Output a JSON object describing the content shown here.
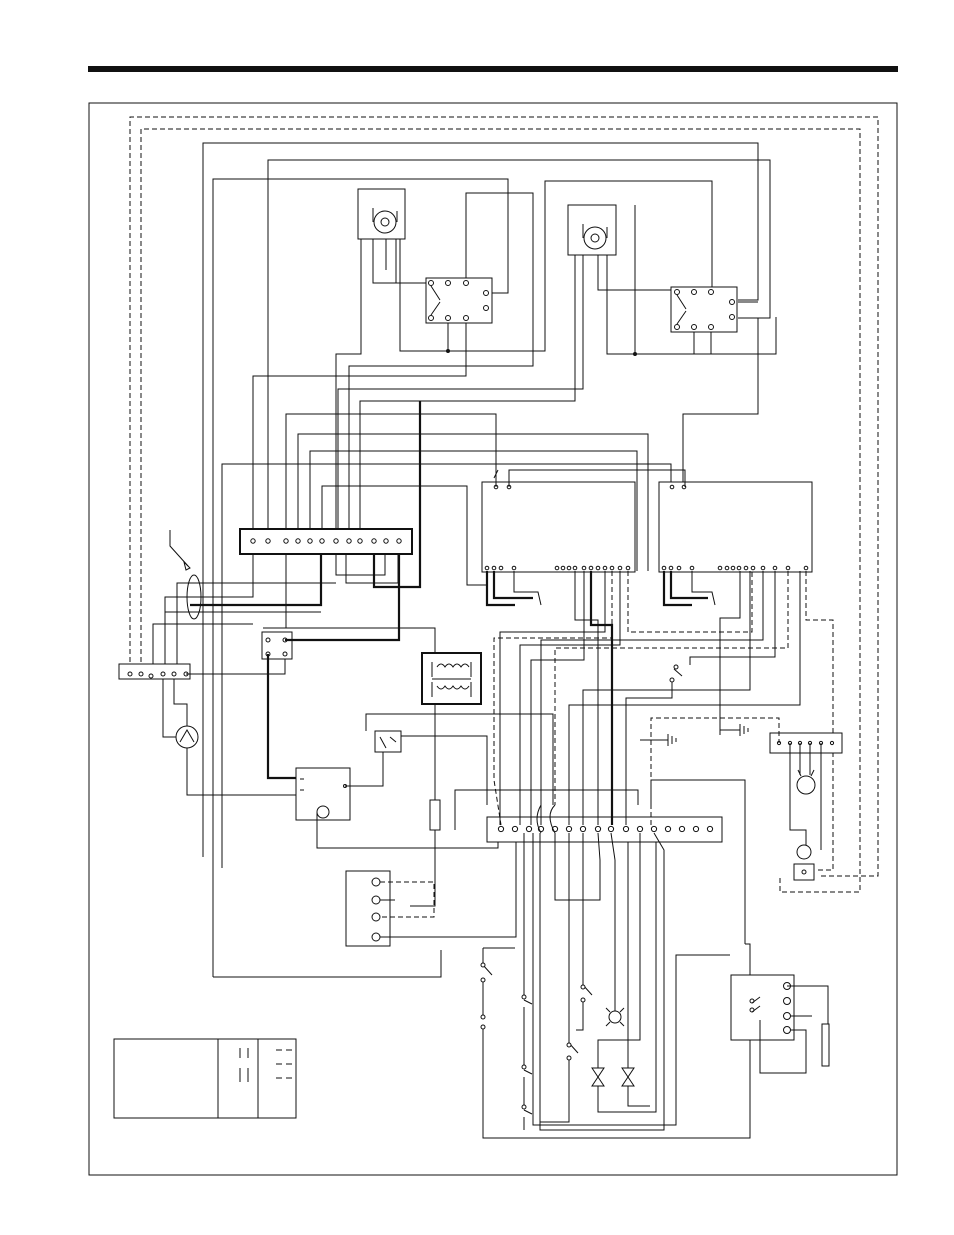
{
  "diagram": {
    "components": [
      {
        "id": "inducer-motor-1",
        "kind": "motor"
      },
      {
        "id": "inducer-motor-2",
        "kind": "motor"
      },
      {
        "id": "relay-1",
        "kind": "relay"
      },
      {
        "id": "relay-2",
        "kind": "relay"
      },
      {
        "id": "control-board-1",
        "kind": "board"
      },
      {
        "id": "control-board-2",
        "kind": "board"
      },
      {
        "id": "low-voltage-terminal-strip",
        "kind": "terminal-strip"
      },
      {
        "id": "main-terminal-strip",
        "kind": "terminal-strip"
      },
      {
        "id": "power-junction",
        "kind": "terminal-block"
      },
      {
        "id": "transformer",
        "kind": "transformer"
      },
      {
        "id": "blower-motor",
        "kind": "motor"
      },
      {
        "id": "gas-valve-1",
        "kind": "valve"
      },
      {
        "id": "gas-valve-2",
        "kind": "valve"
      },
      {
        "id": "ignition-module",
        "kind": "module"
      },
      {
        "id": "legend-table",
        "kind": "table"
      }
    ]
  }
}
